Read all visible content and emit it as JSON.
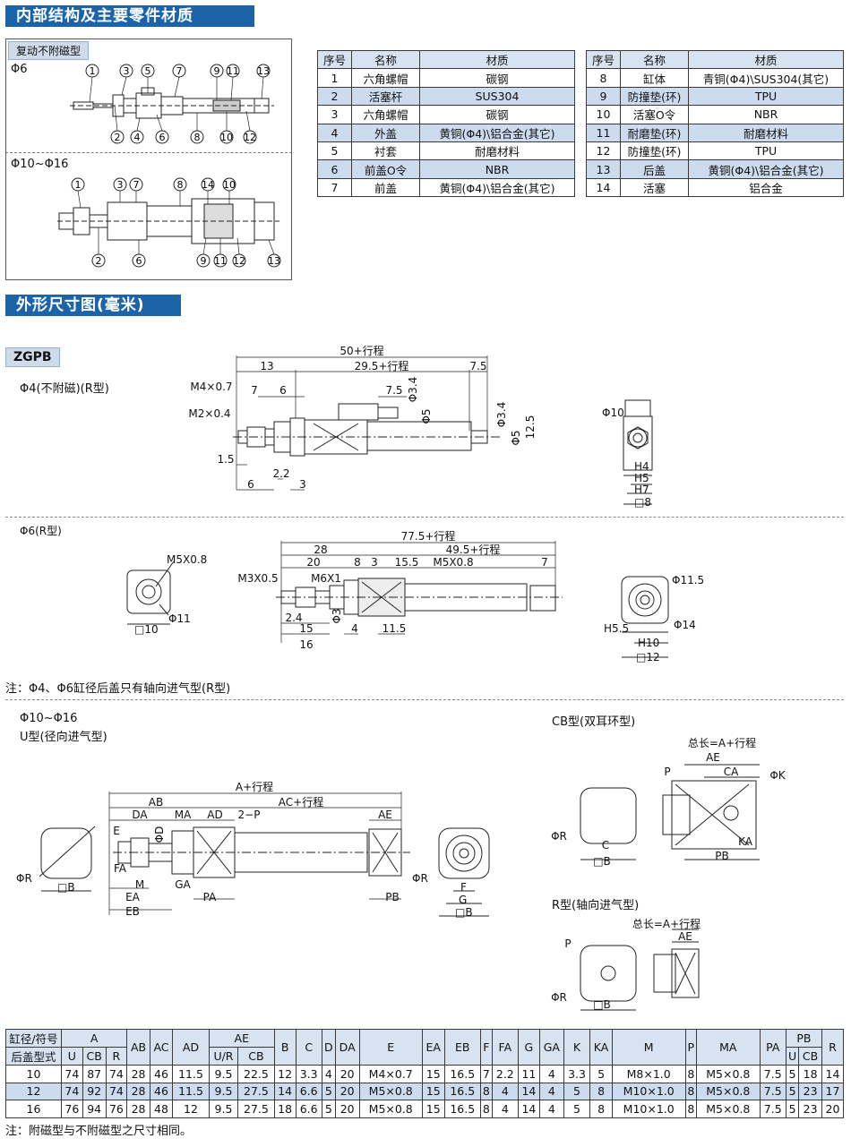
{
  "section1": {
    "title": "内部结构及主要零件材质"
  },
  "section2": {
    "title": "外形尺寸图(毫米)"
  },
  "structure_box": {
    "tag": "复动不附磁型",
    "phi6_label": "Φ6",
    "phi10_label": "Φ10~Φ16",
    "callouts_top_a": [
      "1",
      "3",
      "5",
      "7",
      "9",
      "11",
      "13"
    ],
    "callouts_bottom_a": [
      "2",
      "4",
      "6",
      "8",
      "10",
      "12"
    ],
    "callouts_top_b": [
      "1",
      "3",
      "7",
      "8",
      "14",
      "10"
    ],
    "callouts_bottom_b": [
      "2",
      "6",
      "9",
      "11",
      "12",
      "13"
    ]
  },
  "materials": {
    "headers": [
      "序号",
      "名称",
      "材质"
    ],
    "left": [
      [
        "1",
        "六角螺帽",
        "碳钢"
      ],
      [
        "2",
        "活塞杆",
        "SUS304"
      ],
      [
        "3",
        "六角螺帽",
        "碳钢"
      ],
      [
        "4",
        "外盖",
        "黄铜(Φ4)\\铝合金(其它)"
      ],
      [
        "5",
        "衬套",
        "耐磨材料"
      ],
      [
        "6",
        "前盖O令",
        "NBR"
      ],
      [
        "7",
        "前盖",
        "黄铜(Φ4)\\铝合金(其它)"
      ]
    ],
    "right": [
      [
        "8",
        "缸体",
        "青铜(Φ4)\\SUS304(其它)"
      ],
      [
        "9",
        "防撞垫(环)",
        "TPU"
      ],
      [
        "10",
        "活塞O令",
        "NBR"
      ],
      [
        "11",
        "耐磨垫(环)",
        "耐磨材料"
      ],
      [
        "12",
        "防撞垫(环)",
        "TPU"
      ],
      [
        "13",
        "后盖",
        "黄铜(Φ4)\\铝合金(其它)"
      ],
      [
        "14",
        "活塞",
        "铝合金"
      ]
    ]
  },
  "zgpb": {
    "tag": "ZGPB",
    "phi4_label": "Φ4(不附磁)(R型)",
    "phi6_label": "Φ6(R型)",
    "phi4_dims": {
      "overall": "50+行程",
      "d13": "13",
      "d29": "29.5+行程",
      "d75a": "7.5",
      "m4": "M4×0.7",
      "d7": "7",
      "d6a": "6",
      "d75b": "7.5",
      "phi34a": "Φ3.4",
      "phi5a": "Φ5",
      "phi34b": "Φ3.4",
      "phi5b": "Φ5",
      "d125": "12.5",
      "m2": "M2×0.4",
      "d15": "1.5",
      "d6b": "6",
      "d22": "2.2",
      "d3": "3",
      "phi10": "Φ10",
      "h4": "H4",
      "h5": "H5",
      "h7": "H7",
      "sq8": "□8"
    },
    "phi6_dims": {
      "m5a": "M5X0.8",
      "phi11": "Φ11",
      "sq10": "□10",
      "overall": "77.5+行程",
      "d28": "28",
      "d495": "49.5+行程",
      "d20": "20",
      "d8": "8",
      "d3": "3",
      "d155": "15.5",
      "m5b": "M5X0.8",
      "d7": "7",
      "m3": "M3X0.5",
      "m6": "M6X1",
      "phi3": "Φ3",
      "d24": "2.4",
      "d15": "15",
      "d4": "4",
      "d115": "11.5",
      "d16": "16",
      "phi115": "Φ11.5",
      "phi14": "Φ14",
      "h55": "H5.5",
      "h10": "H10",
      "sq12": "□12"
    },
    "note1": "注：Φ4、Φ6缸径后盖只有轴向进气型(R型)"
  },
  "u_type": {
    "label1": "Φ10~Φ16",
    "label2": "U型(径向进气型)",
    "dims": {
      "a": "A+行程",
      "ab": "AB",
      "ac": "AC+行程",
      "da": "DA",
      "ma": "MA",
      "ad": "AD",
      "p2": "2−P",
      "ae": "AE",
      "e": "E",
      "phid": "ΦD",
      "fa": "FA",
      "m": "M",
      "ea": "EA",
      "ga": "GA",
      "pa": "PA",
      "eb": "EB",
      "pb": "PB",
      "phir_l": "ΦR",
      "b_l": "□B",
      "phir_r": "ΦR",
      "f": "F",
      "g": "G",
      "b_r": "□B"
    }
  },
  "cb_type": {
    "label": "CB型(双耳环型)",
    "dims": {
      "total": "总长=A+行程",
      "ae": "AE",
      "ca": "CA",
      "p": "P",
      "phik": "ΦK",
      "phir": "ΦR",
      "c": "C",
      "b": "□B",
      "ka": "KA",
      "pb": "PB"
    }
  },
  "r_type": {
    "label": "R型(轴向进气型)",
    "dims": {
      "total": "总长=A+行程",
      "ae": "AE",
      "p": "P",
      "phir": "ΦR",
      "b": "□B"
    }
  },
  "dim_table": {
    "h_bore": "缸径/符号",
    "h_cover": "后盖型式",
    "h_a": "A",
    "h_ae": "AE",
    "h_pb": "PB",
    "sub_a": [
      "U",
      "CB",
      "R"
    ],
    "sub_ae": [
      "U/R",
      "CB"
    ],
    "sub_pb": [
      "U",
      "CB"
    ],
    "singles": [
      "AB",
      "AC",
      "AD",
      "B",
      "C",
      "D",
      "DA",
      "E",
      "EA",
      "EB",
      "F",
      "FA",
      "G",
      "GA",
      "K",
      "KA",
      "M",
      "P",
      "MA",
      "PA",
      "R"
    ],
    "rows": [
      [
        "10",
        "74",
        "87",
        "74",
        "28",
        "46",
        "11.5",
        "9.5",
        "22.5",
        "12",
        "3.3",
        "4",
        "20",
        "M4×0.7",
        "15",
        "16.5",
        "7",
        "2.2",
        "11",
        "4",
        "3.3",
        "5",
        "M8×1.0",
        "8",
        "M5×0.8",
        "7.5",
        "5",
        "18",
        "14"
      ],
      [
        "12",
        "74",
        "92",
        "74",
        "28",
        "46",
        "11.5",
        "9.5",
        "27.5",
        "14",
        "6.6",
        "5",
        "20",
        "M5×0.8",
        "15",
        "16.5",
        "8",
        "4",
        "14",
        "4",
        "5",
        "8",
        "M10×1.0",
        "8",
        "M5×0.8",
        "7.5",
        "5",
        "23",
        "17"
      ],
      [
        "16",
        "76",
        "94",
        "76",
        "28",
        "48",
        "12",
        "9.5",
        "27.5",
        "18",
        "6.6",
        "5",
        "20",
        "M5×0.8",
        "15",
        "16.5",
        "8",
        "4",
        "14",
        "4",
        "5",
        "8",
        "M10×1.0",
        "8",
        "M5×0.8",
        "7.5",
        "5",
        "23",
        "20"
      ]
    ]
  },
  "footnote": "注：附磁型与不附磁型之尺寸相同。"
}
